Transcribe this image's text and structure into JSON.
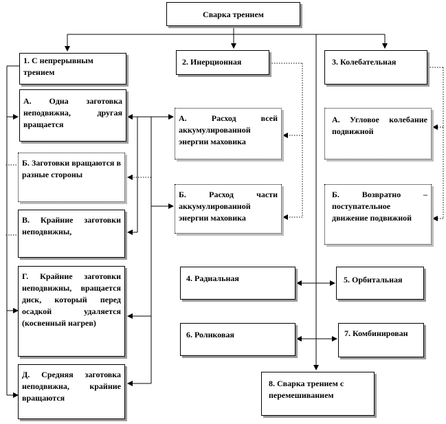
{
  "root": "Сварка трением",
  "categories": [
    {
      "label": "1. С непрерывным трением"
    },
    {
      "label": "2. Инерционная"
    },
    {
      "label": "3. Колебательная"
    }
  ],
  "continuous": [
    {
      "label": "А. Одна заготовка неподвижна, другая вращается"
    },
    {
      "label": "Б. Заготовки вращаются в разные стороны"
    },
    {
      "label": "В. Крайние заготовки неподвижны,"
    },
    {
      "label": "Г. Крайние заготовки неподвижны, вращается диск, который перед осадкой удаляется (косвенный нагрев)"
    },
    {
      "label": "Д. Средняя заготовка неподвижна, крайние вращаются"
    }
  ],
  "inertial": [
    {
      "label": "А. Расход всей аккумулированной энергии маховика"
    },
    {
      "label": "Б. Расход части аккумулированной энергии маховика"
    }
  ],
  "oscillatory": [
    {
      "label": "А. Угловое колебание подвижной"
    },
    {
      "label": "Б. Возвратно – поступательное движение подвижной"
    }
  ],
  "others": [
    {
      "label": "4. Радиальная"
    },
    {
      "label": "5. Орбитальная"
    },
    {
      "label": "6. Роликовая"
    },
    {
      "label": "7. Комбинирован"
    },
    {
      "label": "8. Сварка трением с перемешиванием"
    }
  ]
}
